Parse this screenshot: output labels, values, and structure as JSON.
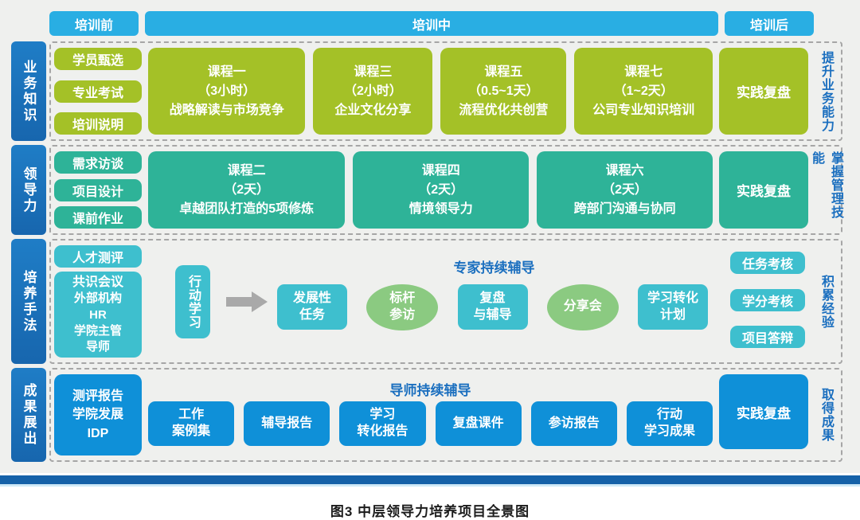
{
  "caption": "图3  中层领导力培养项目全景图",
  "colors": {
    "header_blue": "#29aee3",
    "side_blue": "#1b74bd",
    "business_green": "#a4c127",
    "leadership_teal": "#2eb398",
    "methods_cyan": "#3ebfce",
    "results_blue": "#0f90d8",
    "ellipse_green": "#8bca81",
    "goal_label_blue": "#1b6fbf",
    "bottom_bar_blue": "#1561a8"
  },
  "phases": {
    "pre": "培训前",
    "mid": "培训中",
    "post": "培训后"
  },
  "row1": {
    "side": "业务知识",
    "right": "提升业务能力",
    "pills": [
      "学员甄选",
      "专业考试",
      "培训说明"
    ],
    "courses": [
      {
        "title": "课程一",
        "dur": "（3小时）",
        "name": "战略解读与市场竞争"
      },
      {
        "title": "课程三",
        "dur": "（2小时）",
        "name": "企业文化分享"
      },
      {
        "title": "课程五",
        "dur": "（0.5~1天）",
        "name": "流程优化共创营"
      },
      {
        "title": "课程七",
        "dur": "（1~2天）",
        "name": "公司专业知识培训"
      }
    ],
    "post": "实践复盘"
  },
  "row2": {
    "side": "领导力",
    "right": "掌握管理技能",
    "pills": [
      "需求访谈",
      "项目设计",
      "课前作业"
    ],
    "courses": [
      {
        "title": "课程二",
        "dur": "（2天）",
        "name": "卓越团队打造的5项修炼"
      },
      {
        "title": "课程四",
        "dur": "（2天）",
        "name": "情境领导力"
      },
      {
        "title": "课程六",
        "dur": "（2天）",
        "name": "跨部门沟通与协同"
      }
    ],
    "post": "实践复盘"
  },
  "row3": {
    "side": "培养手法",
    "right": "积累经验",
    "talent": "人才测评",
    "consensus_main": "共识会议",
    "consensus_sub": "外部机构\nHR\n学院主管\n导师",
    "action": "行动学习",
    "title": "专家持续辅导",
    "flow": [
      {
        "label": "发展性\n任务",
        "shape": "rect"
      },
      {
        "label": "标杆\n参访",
        "shape": "ellipse"
      },
      {
        "label": "复盘\n与辅导",
        "shape": "rect"
      },
      {
        "label": "分享会",
        "shape": "ellipse"
      },
      {
        "label": "学习转化\n计划",
        "shape": "rect"
      }
    ],
    "post_pills": [
      "任务考核",
      "学分考核",
      "项目答辩"
    ]
  },
  "row4": {
    "side": "成果展出",
    "right": "取得成果",
    "pre": "测评报告\n学院发展\nIDP",
    "title": "导师持续辅导",
    "outputs": [
      "工作\n案例集",
      "辅导报告",
      "学习\n转化报告",
      "复盘课件",
      "参访报告",
      "行动\n学习成果"
    ],
    "post": "实践复盘"
  }
}
